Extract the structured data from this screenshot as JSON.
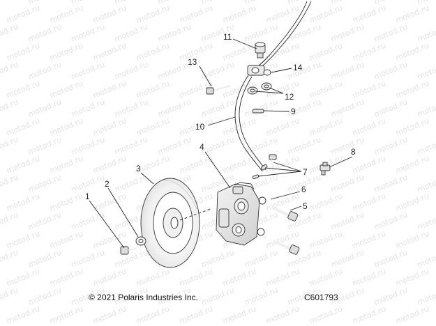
{
  "diagram": {
    "watermark_text": "motod.ru",
    "callouts": [
      "1",
      "2",
      "3",
      "4",
      "5",
      "6",
      "7",
      "8",
      "9",
      "10",
      "11",
      "12",
      "13",
      "14"
    ]
  },
  "footer": {
    "copyright": "© 2021 Polaris Industries Inc.",
    "figure_code": "C601793"
  }
}
